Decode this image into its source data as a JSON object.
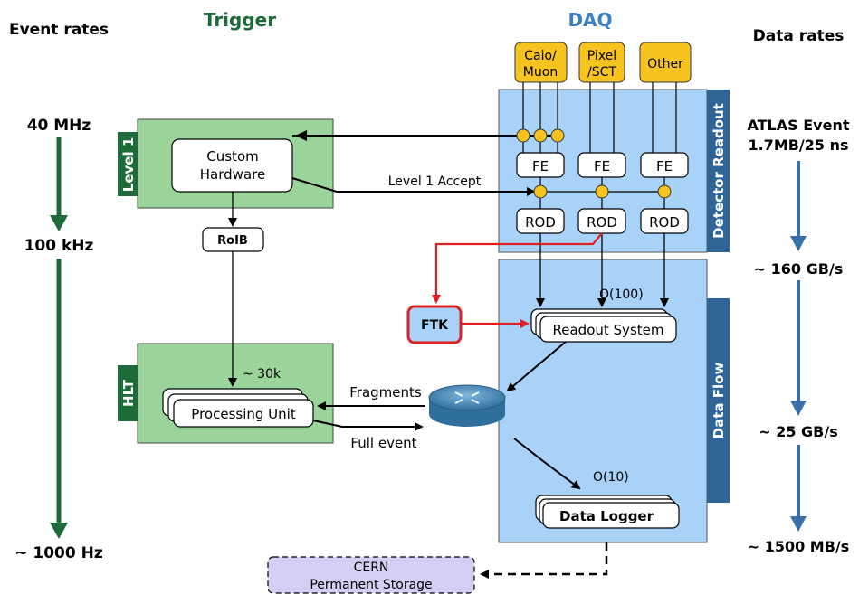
{
  "headers": {
    "event_rates": "Event rates",
    "trigger": "Trigger",
    "daq": "DAQ",
    "data_rates": "Data rates"
  },
  "event_rate_labels": [
    "40 MHz",
    "100 kHz",
    "~ 1000 Hz"
  ],
  "data_rate_labels": {
    "event_line1": "ATLAS Event",
    "event_line2": "1.7MB/25 ns",
    "r1": "~ 160 GB/s",
    "r2": "~ 25 GB/s",
    "r3": "~ 1500 MB/s"
  },
  "trigger": {
    "level1_tab": "Level 1",
    "custom_hw_line1": "Custom",
    "custom_hw_line2": "Hardware",
    "roib": "RoIB",
    "hlt_tab": "HLT",
    "pu_count": "~ 30k",
    "processing_unit": "Processing Unit"
  },
  "detectors": {
    "calo_line1": "Calo/",
    "calo_line2": "Muon",
    "pixel_line1": "Pixel",
    "pixel_line2": "/SCT",
    "other": "Other"
  },
  "readout": {
    "side_label": "Detector Readout",
    "fe": "FE",
    "rod": "ROD",
    "level1_accept": "Level 1 Accept"
  },
  "dataflow": {
    "side_label": "Data Flow",
    "ros_count": "O(100)",
    "readout_system": "Readout System",
    "ftk": "FTK",
    "fragments": "Fragments",
    "full_event": "Full event",
    "logger_count": "O(10)",
    "data_logger": "Data Logger"
  },
  "storage": {
    "line1": "CERN",
    "line2": "Permanent Storage"
  },
  "colors": {
    "trigger_green": "#1e6b3a",
    "daq_blue": "#3b7fc4",
    "trigger_box": "#9bd49a",
    "daq_box": "#a9d2f8",
    "side_tab": "#2e6496",
    "yellow": "#f7c41f",
    "ftk_red": "#e02020",
    "rate_arrow_green": "#1e6b3a",
    "rate_arrow_blue": "#3b6fa8",
    "storage_purple": "#d4d0f5"
  }
}
